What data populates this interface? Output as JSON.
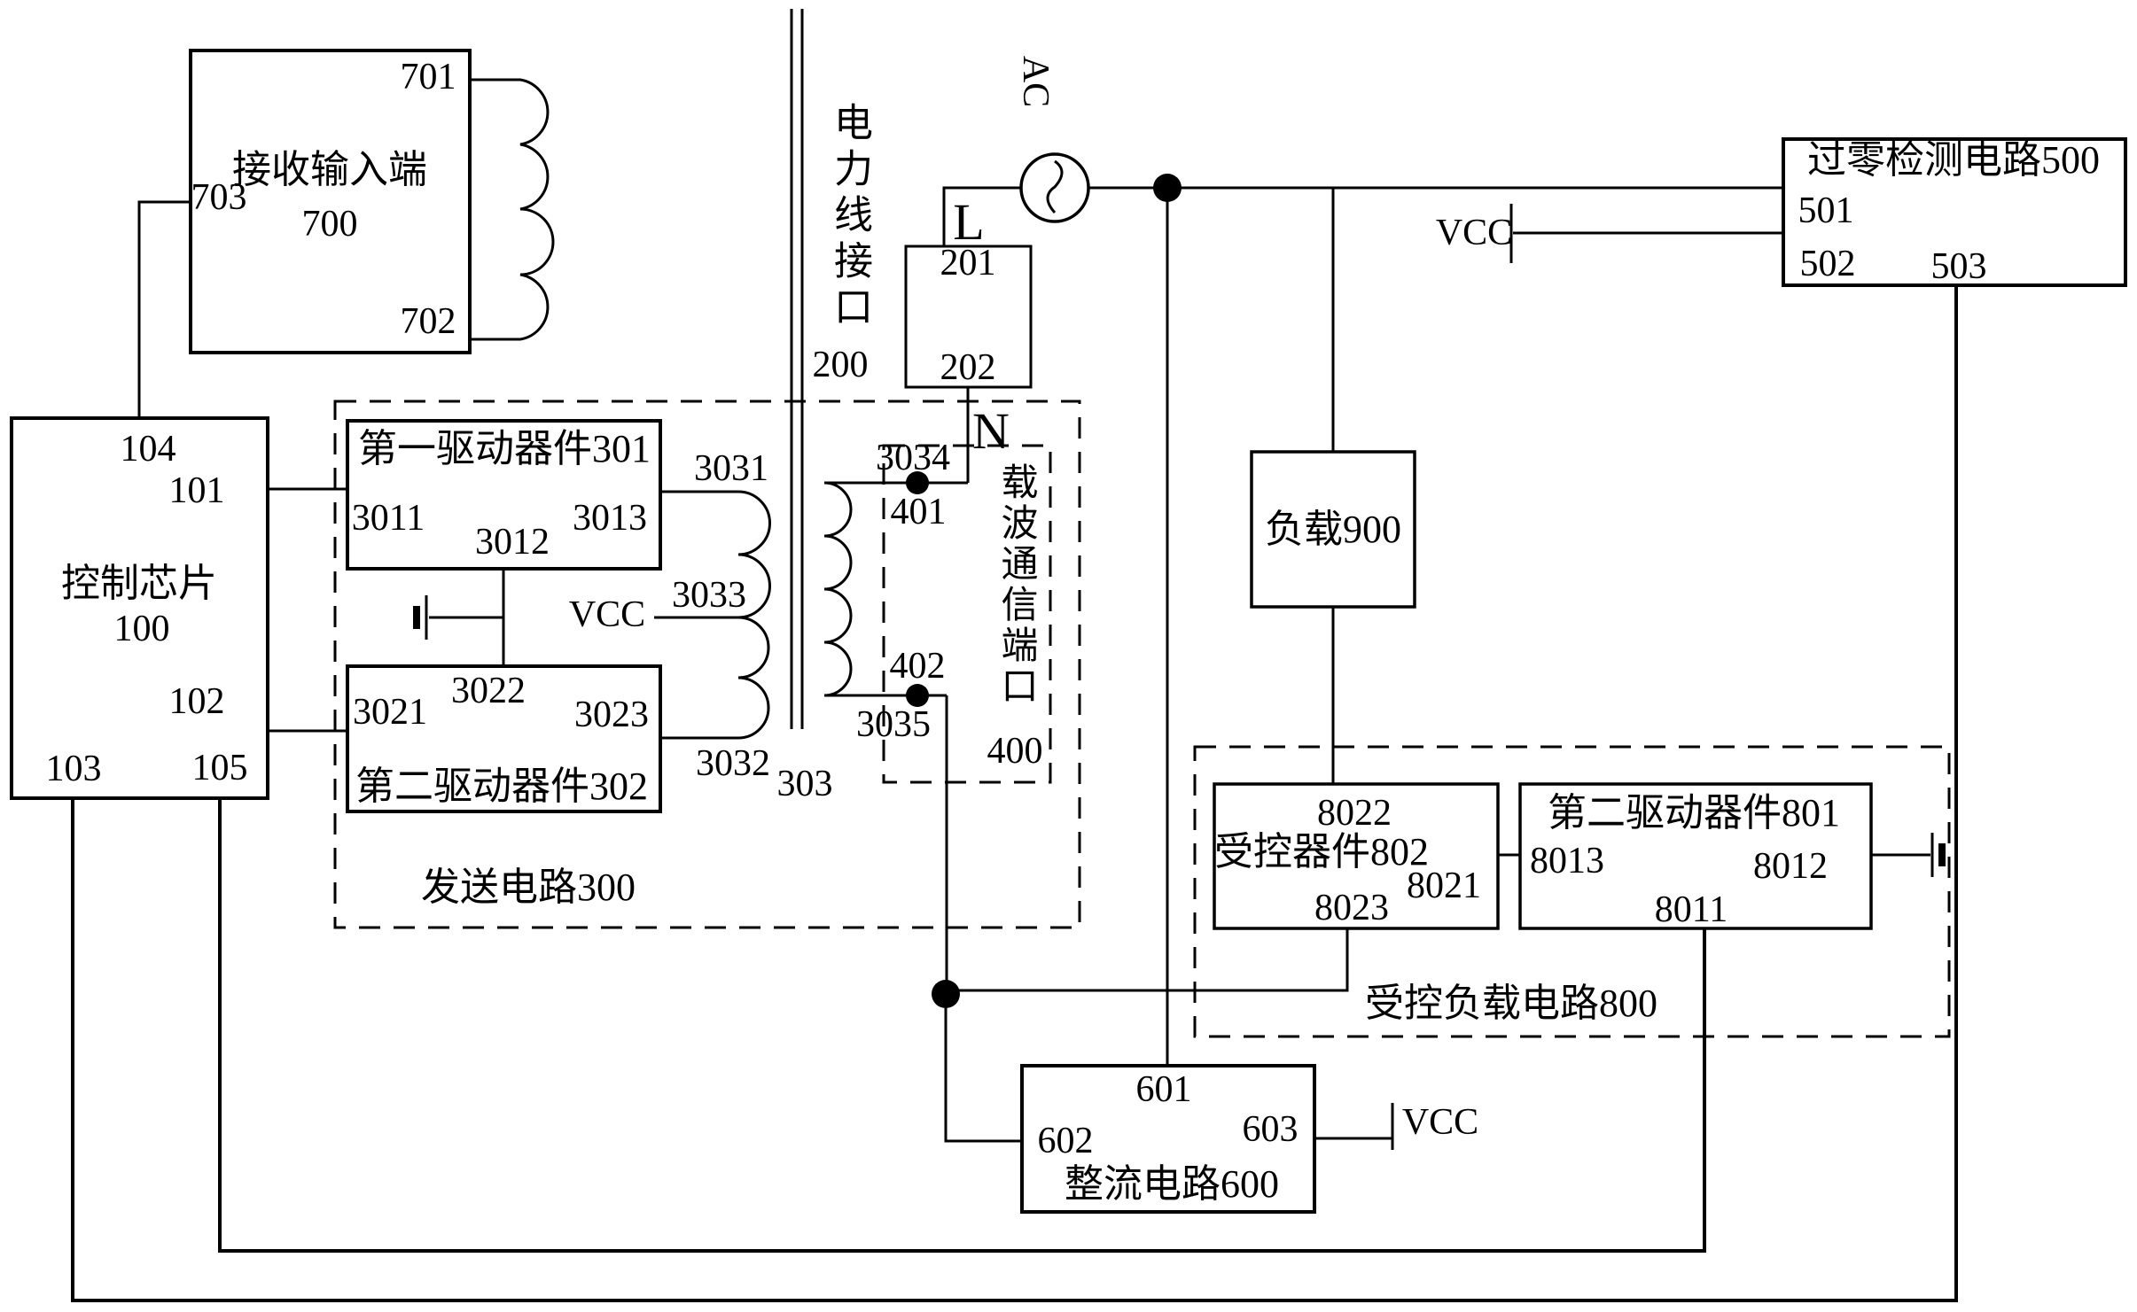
{
  "figure": {
    "type": "patent-circuit-block-diagram",
    "background": "#ffffff",
    "line_color": "#000000"
  },
  "labels": {
    "b700_title": "接收输入端",
    "b700_ref": "700",
    "p701": "701",
    "p702": "702",
    "p703": "703",
    "b100_title": "控制芯片",
    "b100_ref": "100",
    "p101": "101",
    "p102": "102",
    "p103": "103",
    "p104": "104",
    "p105": "105",
    "b301_title": "第一驱动器件301",
    "p3011": "3011",
    "p3012": "3012",
    "p3013": "3013",
    "b302_title": "第二驱动器件302",
    "p3021": "3021",
    "p3022": "3022",
    "p3023": "3023",
    "b300_label": "发送电路300",
    "t3031": "3031",
    "t3032": "3032",
    "t3033": "3033",
    "t3034": "3034",
    "t3035": "3035",
    "t303": "303",
    "plc_port_vertical": "电力线接口",
    "plc_port_ref": "200",
    "p201": "201",
    "p202": "202",
    "line_live": "L",
    "line_neutral": "N",
    "ac_source": "AC",
    "carrier_port_vertical": "载波通信端口",
    "carrier_port_ref": "400",
    "p401": "401",
    "p402": "402",
    "b500_title": "过零检测电路500",
    "p501": "501",
    "p502": "502",
    "p503": "503",
    "vcc_top": "VCC",
    "vcc_mid": "VCC",
    "vcc_bottom": "VCC",
    "b900_title": "负载900",
    "b802_title": "受控器件802",
    "p8021": "8021",
    "p8022": "8022",
    "p8023": "8023",
    "b801_title": "第二驱动器件801",
    "p8011": "8011",
    "p8012": "8012",
    "p8013": "8013",
    "b800_label": "受控负载电路800",
    "b600_title": "整流电路600",
    "p601": "601",
    "p602": "602",
    "p603": "603"
  }
}
